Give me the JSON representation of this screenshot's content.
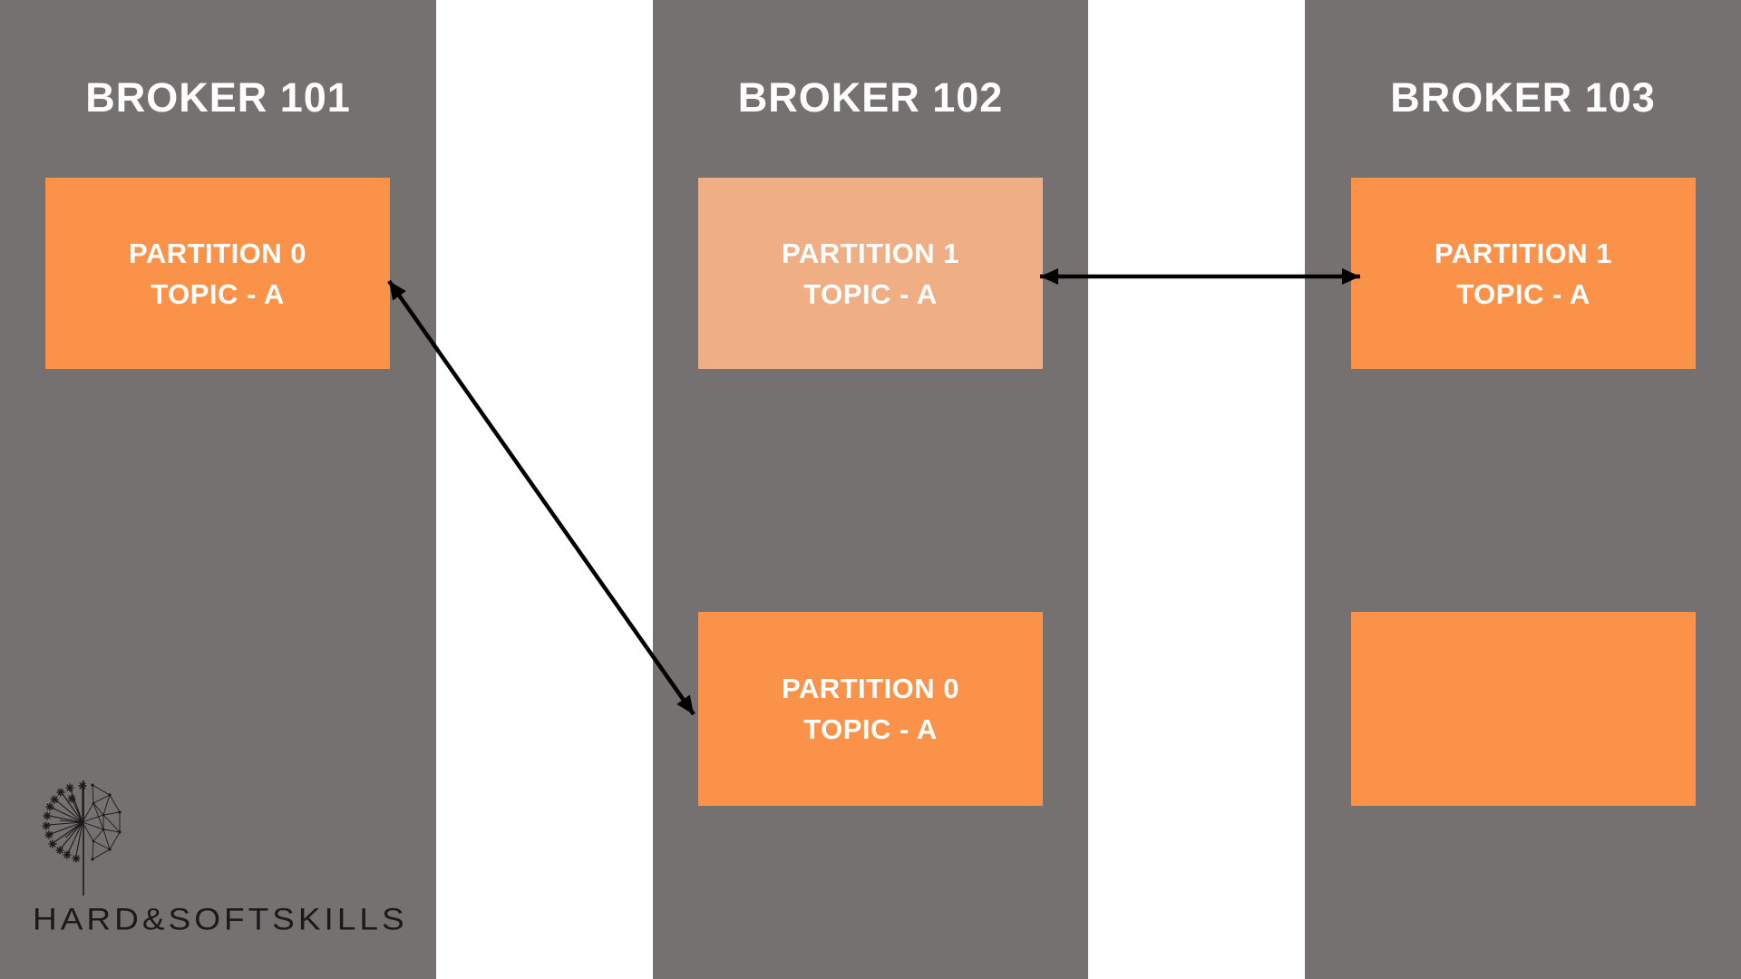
{
  "theme": {
    "column_bg": "#757171",
    "orange": "#FA924A",
    "peach": "#F0AE85",
    "arrow_ink": "#000000",
    "logo_ink": "#1a1a1a",
    "title_text": "#ffffff",
    "box_text": "#ffffff",
    "page_bg": "#ffffff"
  },
  "brokers": [
    {
      "title": "BROKER 101",
      "partitions": [
        {
          "line1": "PARTITION 0",
          "line2": "TOPIC - A",
          "variant": "orange"
        }
      ]
    },
    {
      "title": "BROKER 102",
      "partitions": [
        {
          "line1": "PARTITION 1",
          "line2": "TOPIC - A",
          "variant": "peach"
        },
        {
          "line1": "PARTITION 0",
          "line2": "TOPIC - A",
          "variant": "orange"
        }
      ]
    },
    {
      "title": "BROKER 103",
      "partitions": [
        {
          "line1": "PARTITION 1",
          "line2": "TOPIC - A",
          "variant": "orange"
        },
        {
          "line1": "",
          "line2": "",
          "variant": "orange"
        }
      ]
    }
  ],
  "arrows": [
    {
      "name": "broker101-partition0-to-broker102-partition0",
      "style": "double-headed"
    },
    {
      "name": "broker102-partition1-to-broker103-partition1",
      "style": "double-headed"
    }
  ],
  "logo": {
    "text": "HARD&SOFTSKILLS"
  }
}
